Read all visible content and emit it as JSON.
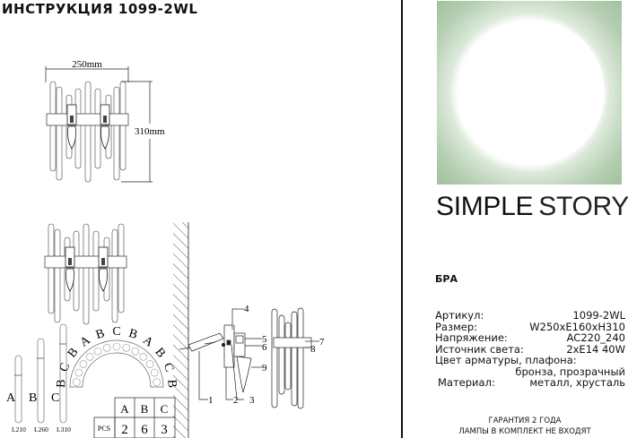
{
  "document": {
    "title": "ИНСТРУКЦИЯ 1099-2WL"
  },
  "dimensions": {
    "width_label": "250mm",
    "height_label": "310mm"
  },
  "rods": [
    {
      "letter": "A",
      "length": "L210"
    },
    {
      "letter": "B",
      "length": "L260"
    },
    {
      "letter": "C",
      "length": "L310"
    }
  ],
  "arc_sequence": [
    "B",
    "C",
    "B",
    "A",
    "B",
    "C",
    "B",
    "A",
    "B",
    "C",
    "B"
  ],
  "pcs_table": {
    "row_label": "PCS",
    "headers": [
      "A",
      "B",
      "C"
    ],
    "values": [
      "2",
      "6",
      "3"
    ]
  },
  "part_callouts": [
    "1",
    "2",
    "3",
    "4",
    "5",
    "6",
    "7",
    "8",
    "9"
  ],
  "brand": {
    "name_bold": "SIMPLE",
    "name_light": "STORY",
    "logo_color": "#a9c7a5"
  },
  "product": {
    "type": "БРА",
    "specs": [
      {
        "label": "Артикул:",
        "value": "1099-2WL"
      },
      {
        "label": "Размер:",
        "value": "W250xE160xH310"
      },
      {
        "label": "Напряжение:",
        "value": "AC220_240"
      },
      {
        "label": "Источник света:",
        "value": "2xE14 40W"
      }
    ],
    "color_label": "Цвет арматуры, плафона:",
    "color_value": "бронза, прозрачный",
    "material_label": "Материал:",
    "material_value": "металл, хрусталь"
  },
  "footer": {
    "line1": "ГАРАНТИЯ 2 ГОДА",
    "line2": "ЛАМПЫ В КОМПЛЕКТ НЕ ВХОДЯТ"
  }
}
